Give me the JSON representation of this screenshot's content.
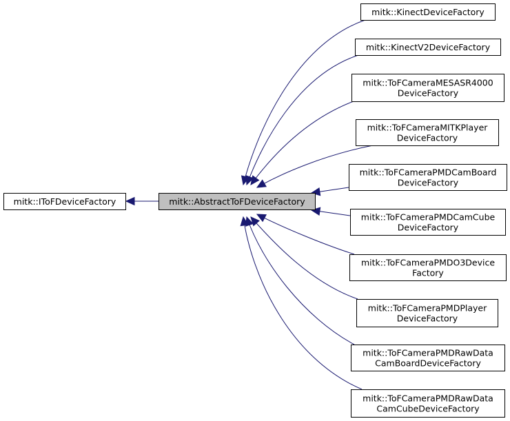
{
  "diagram": {
    "edge_color": "#191970",
    "focus_fill": "#bfbfbf",
    "base": {
      "label": "mitk::IToFDeviceFactory"
    },
    "focus": {
      "label": "mitk::AbstractToFDeviceFactory"
    },
    "derived": [
      {
        "lines": [
          "mitk::KinectDeviceFactory"
        ]
      },
      {
        "lines": [
          "mitk::KinectV2DeviceFactory"
        ]
      },
      {
        "lines": [
          "mitk::ToFCameraMESASR4000",
          "DeviceFactory"
        ]
      },
      {
        "lines": [
          "mitk::ToFCameraMITKPlayer",
          "DeviceFactory"
        ]
      },
      {
        "lines": [
          "mitk::ToFCameraPMDCamBoard",
          "DeviceFactory"
        ]
      },
      {
        "lines": [
          "mitk::ToFCameraPMDCamCube",
          "DeviceFactory"
        ]
      },
      {
        "lines": [
          "mitk::ToFCameraPMDO3Device",
          "Factory"
        ]
      },
      {
        "lines": [
          "mitk::ToFCameraPMDPlayer",
          "DeviceFactory"
        ]
      },
      {
        "lines": [
          "mitk::ToFCameraPMDRawData",
          "CamBoardDeviceFactory"
        ]
      },
      {
        "lines": [
          "mitk::ToFCameraPMDRawData",
          "CamCubeDeviceFactory"
        ]
      }
    ]
  }
}
